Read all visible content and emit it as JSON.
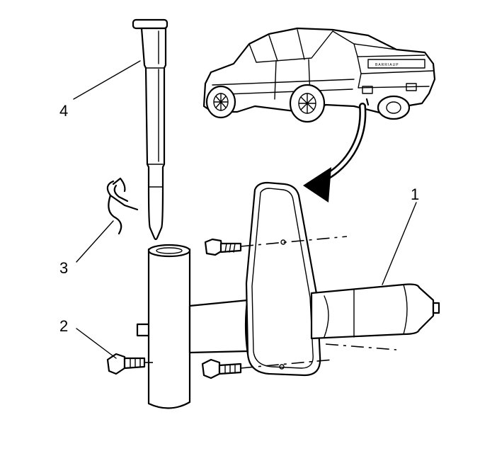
{
  "callouts": {
    "c1": "1",
    "c2": "2",
    "c3": "3",
    "c4": "4"
  },
  "car": {
    "trunk_badge": "BARRIAUP"
  },
  "colors": {
    "line": "#000000",
    "background": "#ffffff"
  }
}
